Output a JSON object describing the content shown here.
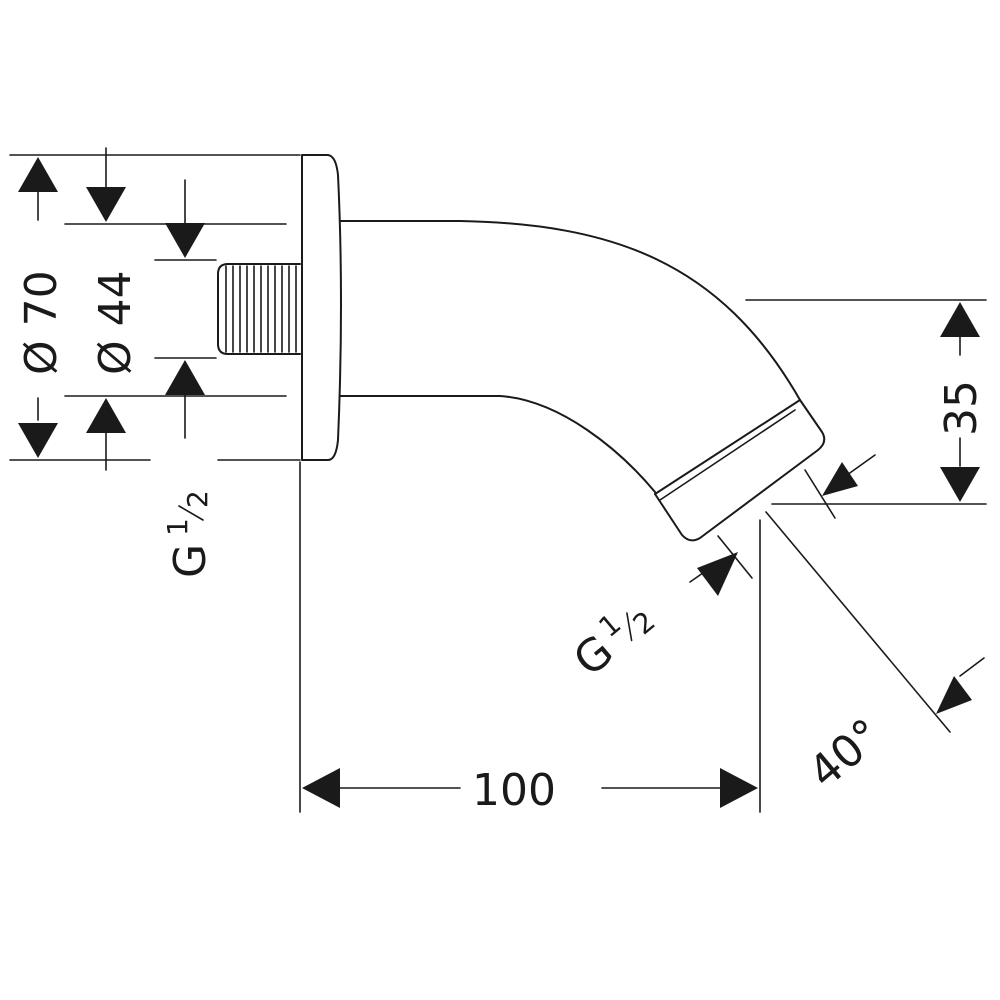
{
  "labels": {
    "dia70": "Ø 70",
    "dia44": "Ø 44",
    "thread_g": "G",
    "thread_num": "1",
    "thread_den": "2",
    "outlet_g": "G",
    "outlet_num": "1",
    "outlet_den": "2",
    "width": "100",
    "height": "35",
    "angle": "40°"
  }
}
